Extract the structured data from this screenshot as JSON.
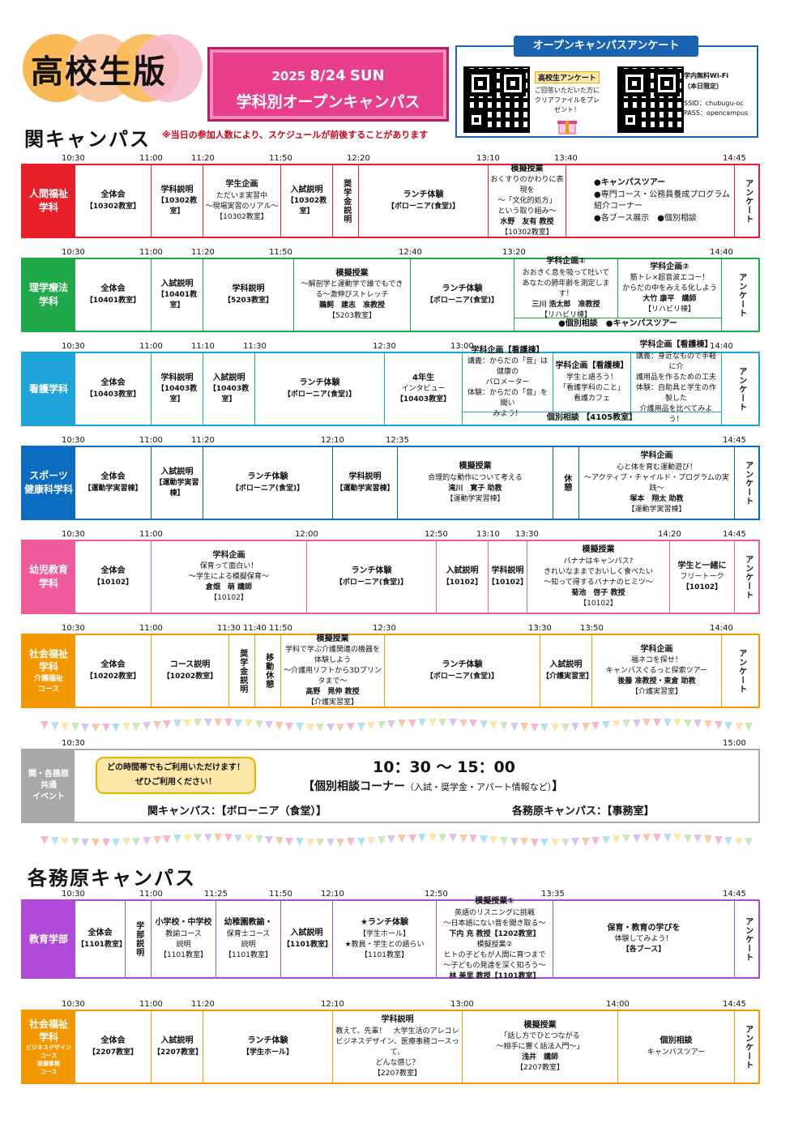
{
  "header": {
    "edition": "高校生版",
    "year": "2025",
    "date": "8/24",
    "weekday": "SUN",
    "event": "学科別オープンキャンパス"
  },
  "survey": {
    "title": "オープンキャンパスアンケート",
    "qr1_caption": "高校生アンケート",
    "qr1_note1": "ご回答いただいた方に",
    "qr1_note2": "クリアファイルをプレゼント！",
    "wifi_title": "学内無料Wi-Fi",
    "wifi_sub": "（本日限定）",
    "ssid": "SSID：chubugu-oc",
    "pass": "PASS：opencampus",
    "icons": [
      "qr-code-icon",
      "gift-icon",
      "wifi-icon"
    ]
  },
  "seki": {
    "title": "関キャンパス",
    "note": "※当日の参加人数により、スケジュールが前後することがあります"
  },
  "kakamigahara": {
    "title": "各務原キャンパス"
  },
  "common": {
    "label1": "関・各務原",
    "label2": "共通",
    "label3": "イベント",
    "start": "10:30",
    "end": "15:00",
    "bubble1": "どの時間帯でもご利用いただけます！",
    "bubble2": "ぜひご利用ください！",
    "time": "10：30 ～ 15：00",
    "corner": "【個別相談コーナー",
    "corner_sub": "（入試・奨学金・アパート情報など）",
    "corner_end": "】",
    "seki_loc": "関キャンパス：【ボローニア（食堂）】",
    "kaka_loc": "各務原キャンパス：【事務室】"
  },
  "colors": {
    "red": "#e8202a",
    "green": "#1fa94b",
    "cyan": "#1fa3d8",
    "blue": "#0b6cc0",
    "pink": "#ef5a9c",
    "orange": "#f39800",
    "gray": "#a9a9a9",
    "purple": "#b04ad8"
  },
  "rows": [
    {
      "name": "human-welfare",
      "label": [
        "人間福祉",
        "学科"
      ],
      "color": "red",
      "times": [
        "10:30",
        "11:00",
        "11:20",
        "11:50",
        "12:20",
        "13:10",
        "13:40",
        "14:45"
      ],
      "cells": [
        [
          "全体会",
          "【10302教室】"
        ],
        [
          "学科説明",
          "【10302教室】"
        ],
        [
          "学生企画",
          "ただいま実習中",
          "～現場実習のリアル～",
          "【10302教室】"
        ],
        [
          "入試説明",
          "【10302教室】"
        ],
        [
          "奨学金説明"
        ],
        [
          "ランチ体験",
          "【ボローニア(食堂)】"
        ],
        [
          "模擬授業",
          "おくすりのかわりに表現を",
          "～「文化的処方」",
          "という取り組み～",
          "水野　友有 教授",
          "【10302教室】"
        ],
        [
          "●キャンパスツアー",
          "●専門コース・公務員養成プログラム",
          "紹介コーナー",
          "●各ブース展示　●個別相談"
        ],
        [
          "アンケート"
        ]
      ]
    },
    {
      "name": "physical-therapy",
      "label": [
        "理学療法",
        "学科"
      ],
      "color": "green",
      "times": [
        "10:30",
        "11:00",
        "11:20",
        "11:50",
        "12:40",
        "13:20",
        "14:40"
      ],
      "cells": [
        [
          "全体会",
          "【10401教室】"
        ],
        [
          "入試説明",
          "【10401教室】"
        ],
        [
          "学科説明",
          "【5203教室】"
        ],
        [
          "模擬授業",
          "～解剖学と運動学で誰でもでき",
          "る～激伸びストレッチ",
          "鵜飼　建志　准教授",
          "【5203教室】"
        ],
        [
          "ランチ体験",
          "【ボローニア(食堂)】"
        ],
        [
          "学科企画①",
          "おおきく息を吸って吐いて",
          "あなたの肺年齢を測定します！",
          "三川 浩太郎　准教授",
          "【リハビリ棟】"
        ],
        [
          "学科企画②",
          "筋トレ×超音波エコー！",
          "からだの中をみえる化しよう",
          "大竹 康平　講師",
          "【リハビリ棟】"
        ],
        [
          "●個別相談　●キャンパスツアー"
        ],
        [
          "アンケート"
        ]
      ]
    },
    {
      "name": "nursing",
      "label": [
        "看護学科"
      ],
      "color": "cyan",
      "times": [
        "10:30",
        "11:00",
        "11:10",
        "11:30",
        "12:30",
        "13:00",
        "14:40"
      ],
      "cells": [
        [
          "全体会",
          "【10403教室】"
        ],
        [
          "学科説明",
          "【10403教室】"
        ],
        [
          "入試説明",
          "【10403教室】"
        ],
        [
          "ランチ体験",
          "【ボローニア(食堂)】"
        ],
        [
          "4年生",
          "インタビュー",
          "【10403教室】"
        ],
        [
          "学科企画【看護棟】",
          "講義：からだの「音」は健康の",
          "バロメーター",
          "体験：からだの「音」を聞い",
          "みよう！"
        ],
        [
          "学科企画【看護棟】",
          "学生と語ろう！",
          "「看護学科のこと」",
          "看護カフェ"
        ],
        [
          "学科企画【看護棟】",
          "講義：身近なもので手軽に介",
          "護用品を作るための工夫",
          "体験：自助具と学生の作製した",
          "介護用品を比べてみよう！"
        ],
        [
          "個別相談 【4105教室】"
        ],
        [
          "アンケート"
        ]
      ]
    },
    {
      "name": "sports-health",
      "label": [
        "スポーツ",
        "健康科学科"
      ],
      "color": "blue",
      "times": [
        "10:30",
        "11:00",
        "11:20",
        "12:10",
        "12:35",
        "14:45"
      ],
      "cells": [
        [
          "全体会",
          "【運動学実習棟】"
        ],
        [
          "入試説明",
          "【運動学実習棟】"
        ],
        [
          "ランチ体験",
          "【ボローニア(食堂)】"
        ],
        [
          "学科説明",
          "【運動学実習棟】"
        ],
        [
          "模擬授業",
          "合理的な動作について考える",
          "滝川　寛子 助教",
          "【運動学実習棟】"
        ],
        [
          "休憩"
        ],
        [
          "学科企画",
          "心と体を育む運動遊び！",
          "～アクティブ・チャイルド・プログラムの実践～",
          "塚本　翔太 助教",
          "【運動学実習棟】"
        ],
        [
          "アンケート"
        ]
      ]
    },
    {
      "name": "early-childhood",
      "label": [
        "幼児教育",
        "学科"
      ],
      "color": "pink",
      "times": [
        "10:30",
        "11:00",
        "12:00",
        "12:50",
        "13:10",
        "13:30",
        "14:20",
        "14:45"
      ],
      "cells": [
        [
          "全体会",
          "【10102】"
        ],
        [
          "学科企画",
          "保育って面白い！",
          "～学生による模擬保育～",
          "倉畑　萌 講師",
          "【10102】"
        ],
        [
          "ランチ体験",
          "【ボローニア(食堂)】"
        ],
        [
          "入試説明",
          "【10102】"
        ],
        [
          "学科説明",
          "【10102】"
        ],
        [
          "模擬授業",
          "バナナはキャンパス?",
          "きれいなままでおいしく食べたい",
          "～知って得するバナナのヒミツ～",
          "菊池　啓子 教授",
          "【10102】"
        ],
        [
          "学生と一緒に",
          "フリートーク",
          "【10102】"
        ],
        [
          "アンケート"
        ]
      ]
    },
    {
      "name": "social-welfare-care",
      "label": [
        "社会福祉",
        "学科",
        "介護福祉",
        "コース"
      ],
      "color": "orange",
      "times": [
        "10:30",
        "11:00",
        "11:30",
        "11:40",
        "11:50",
        "12:30",
        "13:30",
        "13:50",
        "14:40"
      ],
      "cells": [
        [
          "全体会",
          "【10202教室】"
        ],
        [
          "コース説明",
          "【10202教室】"
        ],
        [
          "奨学金説明"
        ],
        [
          "移動休憩"
        ],
        [
          "模擬授業",
          "学科で学ぶ介護関連の機器を",
          "体験しよう",
          "～介護用リフトから3Dプリンタまで～",
          "高野　晃伸 教授",
          "【介護実習室】"
        ],
        [
          "ランチ体験",
          "【ボローニア(食堂)】"
        ],
        [
          "入試説明",
          "【介護実習室】"
        ],
        [
          "学科企画",
          "福ネコを探せ！",
          "キャンパスぐるっと探索ツアー",
          "後藤 准教授・東倉 助教",
          "【介護実習室】"
        ],
        [
          "アンケート"
        ]
      ]
    },
    {
      "name": "education",
      "label": [
        "教育学部"
      ],
      "color": "purple",
      "times": [
        "10:30",
        "11:00",
        "11:25",
        "11:50",
        "12:10",
        "12:50",
        "13:35",
        "14:45"
      ],
      "cells": [
        [
          "全体会",
          "【1101教室】"
        ],
        [
          "学部説明"
        ],
        [
          "小学校・中学校",
          "教諭コース",
          "説明",
          "【1101教室】"
        ],
        [
          "幼稚園教諭・",
          "保育士コース",
          "説明",
          "【1101教室】"
        ],
        [
          "入試説明",
          "【1101教室】"
        ],
        [
          "★ランチ体験",
          "【学生ホール】",
          "",
          "★教員・学生との語らい",
          "【1101教室】"
        ],
        [
          "模擬授業①",
          "英語のリスニングに挑戦",
          "～日本語にない音を聞き取る～",
          "下内 充 教授【1202教室】",
          "模擬授業②",
          "ヒトの子どもが人間に育つまで",
          "～子どもの発達を深く知ろう～",
          "林 美里 教授【1101教室】"
        ],
        [
          "保育・教育の学びを",
          "体験してみよう！",
          "【各ブース】"
        ],
        [
          "アンケート"
        ]
      ]
    },
    {
      "name": "social-welfare-business",
      "label": [
        "社会福祉",
        "学科",
        "ビジネスデザイン",
        "コース",
        "医療事務",
        "コース"
      ],
      "color": "orange",
      "times": [
        "10:30",
        "11:00",
        "11:20",
        "12:10",
        "13:00",
        "14:00",
        "14:45"
      ],
      "cells": [
        [
          "全体会",
          "【2207教室】"
        ],
        [
          "入試説明",
          "【2207教室】"
        ],
        [
          "ランチ体験",
          "【学生ホール】"
        ],
        [
          "学科説明",
          "教えて、先輩！　大学生活のアレコレ",
          "ビジネスデザイン、医療事務コースって、",
          "どんな感じ？",
          "【2207教室】"
        ],
        [
          "模擬授業",
          "「話し方でひとつながる",
          "～相手に響く話法入門～」",
          "浅井　講師",
          "【2207教室】"
        ],
        [
          "個別相談",
          "キャンパスツアー"
        ],
        [
          "アンケート"
        ]
      ]
    }
  ]
}
